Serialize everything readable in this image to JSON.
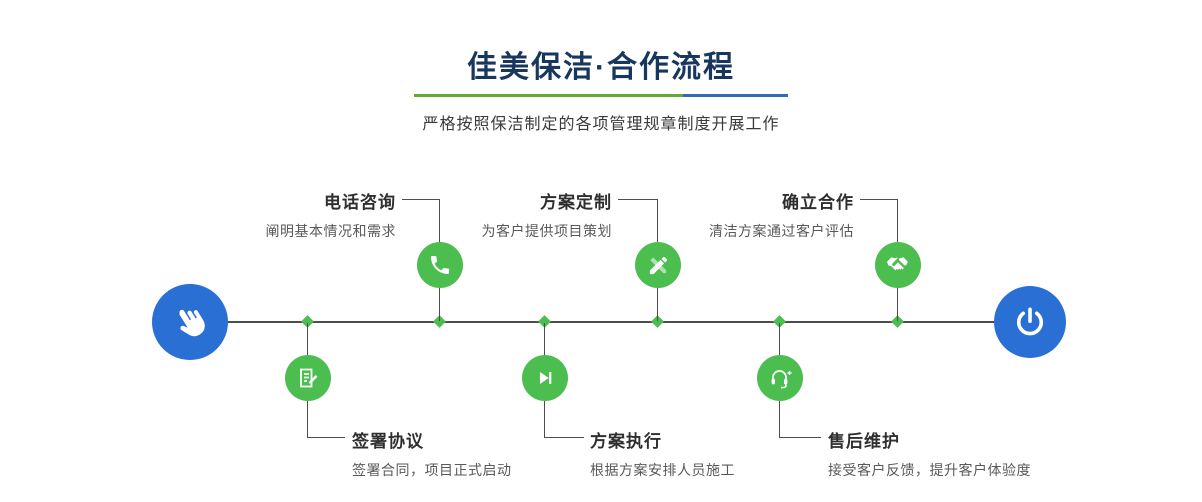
{
  "header": {
    "title": "佳美保洁·合作流程",
    "subtitle": "严格按照保洁制定的各项管理规章制度开展工作"
  },
  "timeline": {
    "start_icon": "hand-pointer",
    "end_icon": "power"
  },
  "steps_top": [
    {
      "title": "电话咨询",
      "desc": "阐明基本情况和需求",
      "icon": "phone"
    },
    {
      "title": "方案定制",
      "desc": "为客户提供项目策划",
      "icon": "pencil"
    },
    {
      "title": "确立合作",
      "desc": "清洁方案通过客户评估",
      "icon": "handshake"
    }
  ],
  "steps_bottom": [
    {
      "title": "签署协议",
      "desc": "签署合同，项目正式启动",
      "icon": "contract"
    },
    {
      "title": "方案执行",
      "desc": "根据方案安排人员施工",
      "icon": "play-forward"
    },
    {
      "title": "售后维护",
      "desc": "接受客户反馈，提升客户体验度",
      "icon": "headset-support"
    }
  ],
  "colors": {
    "primary_blue": "#2a6fd4",
    "accent_green": "#4cbd4f",
    "title_navy": "#18375f",
    "divider_green": "#63a830",
    "divider_blue": "#2e6bb8",
    "line_gray": "#4d4d4d"
  }
}
